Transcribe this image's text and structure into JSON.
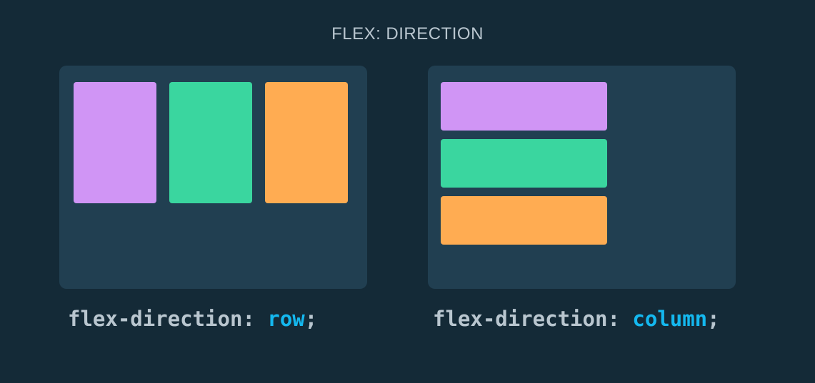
{
  "title": "FLEX: DIRECTION",
  "colors": {
    "background": "#142a37",
    "panel": "#213f51",
    "purple": "#d095f5",
    "green": "#3ad69f",
    "orange": "#ffac52",
    "keyword": "#b9c6cf",
    "value": "#14b8ef"
  },
  "examples": [
    {
      "property": "flex-direction",
      "colon": ":",
      "value": "row",
      "semicolon": ";"
    },
    {
      "property": "flex-direction",
      "colon": ":",
      "value": "column",
      "semicolon": ";"
    }
  ]
}
